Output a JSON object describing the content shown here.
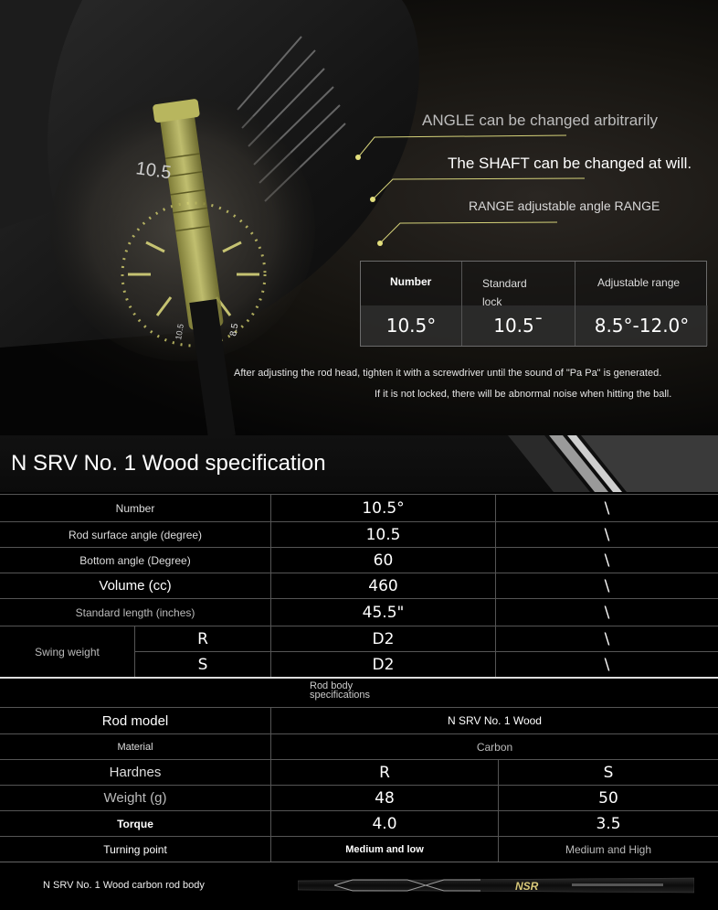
{
  "hero": {
    "clubhead_marks": {
      "face_loft": "10.5",
      "dial_left": "10.5",
      "dial_right": "8.5"
    },
    "callouts": {
      "angle": "ANGLE can be changed arbitrarily",
      "shaft": "The SHAFT can be changed at will.",
      "range": "RANGE adjustable angle RANGE"
    },
    "adjust_table": {
      "headers": [
        "Number",
        "Standard lock",
        "Adjustable range"
      ],
      "values": [
        "10.5°",
        "10.5ˉ",
        "8.5°-12.0°"
      ]
    },
    "notes": [
      "After adjusting the rod head, tighten it with a screwdriver until the sound of \"Pa Pa\" is generated.",
      "If it is not locked, there will be abnormal noise when hitting the ball."
    ]
  },
  "spec": {
    "title": "N SRV No. 1 Wood specification",
    "rows": [
      {
        "label": "Number",
        "value": "10.5°",
        "extra": "\\"
      },
      {
        "label": "Rod surface angle (degree)",
        "value": "10.5",
        "extra": "\\"
      },
      {
        "label": "Bottom angle  (Degree)",
        "value": "60",
        "extra": "\\"
      },
      {
        "label": "Volume (cc)",
        "value": "460",
        "extra": "\\"
      },
      {
        "label": "Standard length (inches)",
        "value": "45.5\"",
        "extra": "\\"
      }
    ],
    "swing_weight": {
      "label": "Swing weight",
      "rows": [
        {
          "flex": "R",
          "value": "D2",
          "extra": "\\"
        },
        {
          "flex": "S",
          "value": "D2",
          "extra": "\\"
        }
      ]
    }
  },
  "rod": {
    "title_line1": "Rod body",
    "title_line2": "specifications",
    "model_label": "Rod model",
    "model_value": "N SRV No. 1 Wood",
    "material_label": "Material",
    "material_value": "Carbon",
    "hardness_label": "Hardnes",
    "hardness": [
      "R",
      "S"
    ],
    "weight_label": "Weight (g)",
    "weight": [
      "48",
      "50"
    ],
    "torque_label": "Torque",
    "torque": [
      "4.0",
      "3.5"
    ],
    "turning_label": "Turning point",
    "turning": [
      "Medium and low",
      "Medium and High"
    ],
    "footer_label": "N SRV No. 1 Wood carbon rod body",
    "shaft_brand": "NSR"
  }
}
